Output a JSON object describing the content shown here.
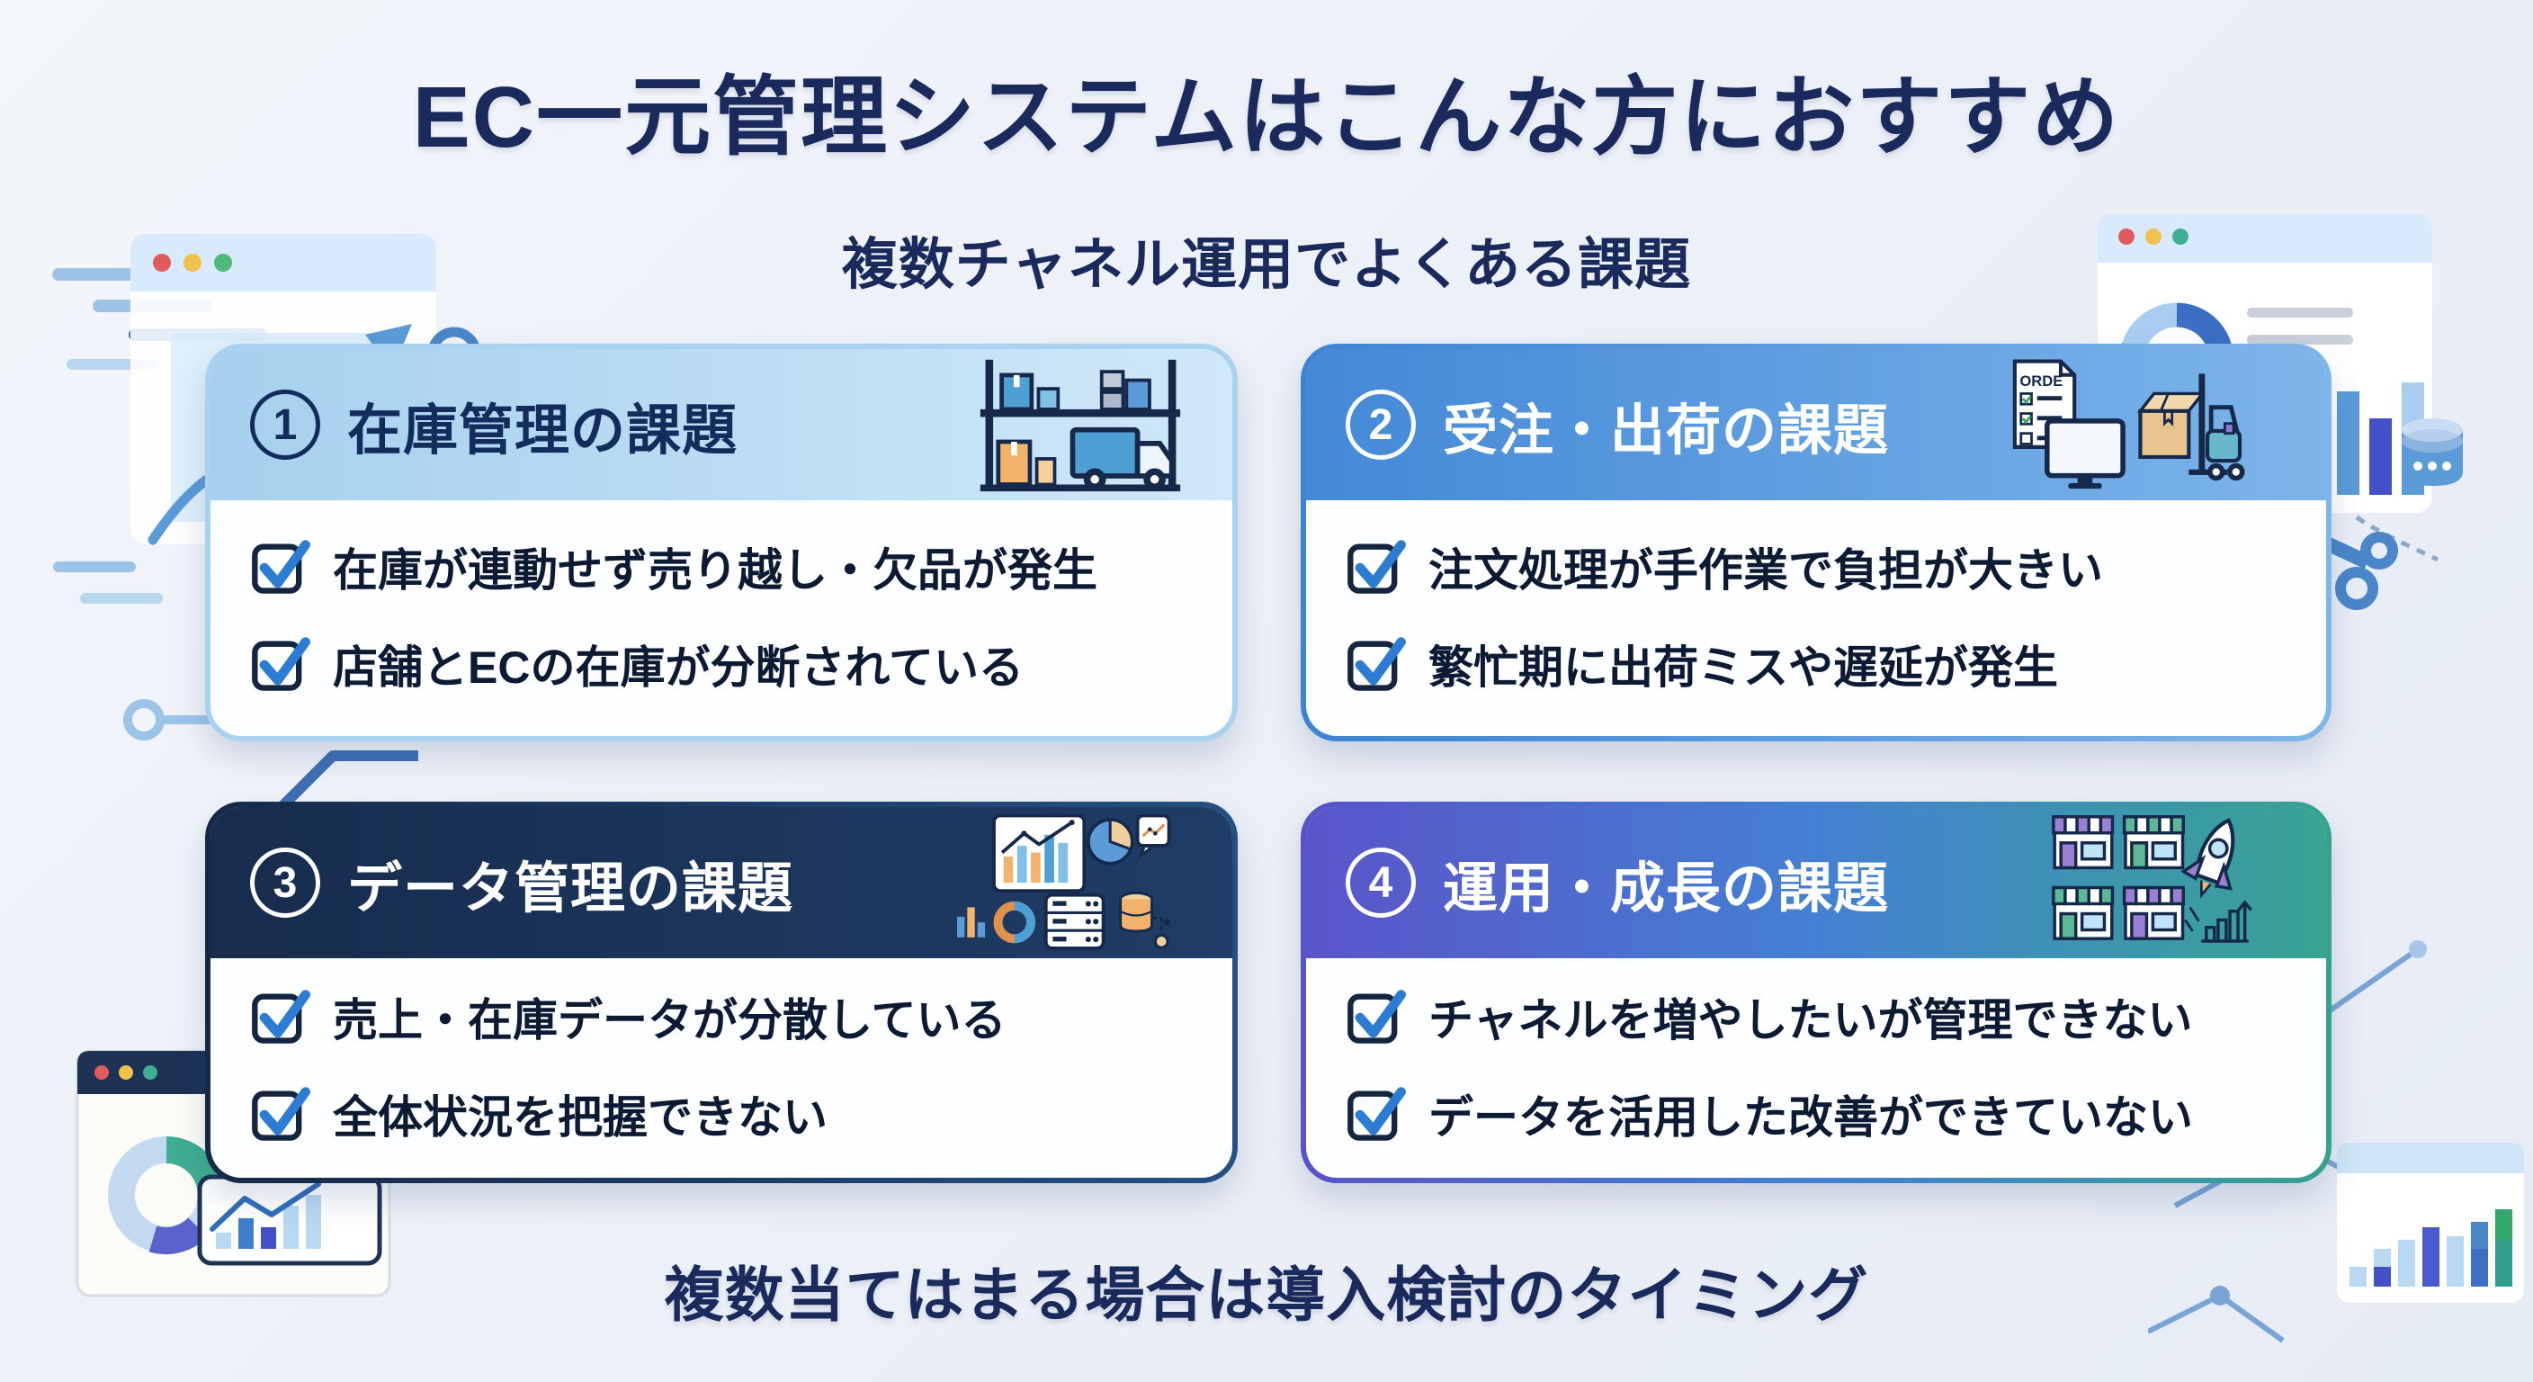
{
  "page": {
    "title": "EC一元管理システムはこんな方におすすめ",
    "subtitle": "複数チャネル運用でよくある課題",
    "footer": "複数当てはまる場合は導入検討のタイミング"
  },
  "colors": {
    "background": "#ecf0f7",
    "heading_navy": "#1b2a5c",
    "item_text": "#0d1a33",
    "check_blue": "#2d7cd3",
    "card1_header_blue": "#a6d0ee",
    "card2_header_blue": "#4389d6",
    "card3_header_navy": "#172c4e",
    "card4_gradient_start": "#5a55c9",
    "card4_gradient_end": "#38a493"
  },
  "cards": [
    {
      "number": "1",
      "title": "在庫管理の課題",
      "icon": "warehouse-shelf-truck-icon",
      "items": [
        "在庫が連動せず売り越し・欠品が発生",
        "店舗とECの在庫が分断されている"
      ]
    },
    {
      "number": "2",
      "title": "受注・出荷の課題",
      "icon": "order-monitor-box-forklift-icon",
      "icon_text": "ORDE",
      "items": [
        "注文処理が手作業で負担が大きい",
        "繁忙期に出荷ミスや遅延が発生"
      ]
    },
    {
      "number": "3",
      "title": "データ管理の課題",
      "icon": "charts-server-database-icon",
      "items": [
        "売上・在庫データが分散している",
        "全体状況を把握できない"
      ]
    },
    {
      "number": "4",
      "title": "運用・成長の課題",
      "icon": "storefronts-rocket-icon",
      "items": [
        "チャネルを増やしたいが管理できない",
        "データを活用した改善ができていない"
      ]
    }
  ]
}
